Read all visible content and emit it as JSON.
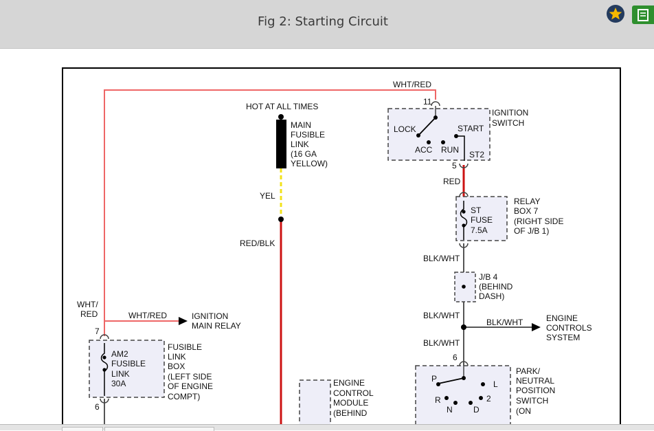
{
  "header": {
    "title": "Fig 2: Starting Circuit",
    "favorite_icon": "star-icon",
    "action_icon": "green-action-icon"
  },
  "colors": {
    "wire_red": "#cc1111",
    "wire_pink": "#ee6666",
    "wire_yellow": "#f2e21a",
    "wire_gray": "#555555",
    "component_fill": "#eeeef8"
  },
  "diagram": {
    "wire_wht_red_top": "WHT/RED",
    "hot_at_all_times": "HOT AT ALL TIMES",
    "main_fusible_link": [
      "MAIN",
      "FUSIBLE",
      "LINK",
      "(16 GA",
      "YELLOW)"
    ],
    "yel": "YEL",
    "red_blk": "RED/BLK",
    "ignition_switch": {
      "pin_top": "11",
      "pin_bottom": "5",
      "label": [
        "IGNITION",
        "SWITCH"
      ],
      "lock": "LOCK",
      "start": "START",
      "acc": "ACC",
      "run": "RUN",
      "st2": "ST2"
    },
    "red": "RED",
    "relay_box": {
      "fuse": [
        "ST",
        "FUSE",
        "7.5A"
      ],
      "label": [
        "RELAY",
        "BOX 7",
        "(RIGHT SIDE",
        "OF J/B 1)"
      ]
    },
    "blk_wht_1": "BLK/WHT",
    "jb4": [
      "J/B 4",
      "(BEHIND",
      "DASH)"
    ],
    "blk_wht_2": "BLK/WHT",
    "blk_wht_branch": "BLK/WHT",
    "engine_controls": [
      "ENGINE",
      "CONTROLS",
      "SYSTEM"
    ],
    "blk_wht_3": "BLK/WHT",
    "pnp_pin": "6",
    "pnp_switch": {
      "label": [
        "PARK/",
        "NEUTRAL",
        "POSITION",
        "SWITCH",
        "(ON"
      ],
      "p": "P",
      "l": "L",
      "r": "R",
      "n": "N",
      "d": "D",
      "two": "2"
    },
    "wht_red_left": [
      "WHT/",
      "RED"
    ],
    "wht_red_branch": "WHT/RED",
    "ignition_main_relay": [
      "IGNITION",
      "MAIN RELAY"
    ],
    "am2_pin_top": "7",
    "am2_pin_bottom": "6",
    "am2": [
      "AM2",
      "FUSIBLE",
      "LINK",
      "30A"
    ],
    "fusible_link_box": [
      "FUSIBLE",
      "LINK",
      "BOX",
      "(LEFT SIDE",
      "OF ENGINE",
      "COMPT)"
    ],
    "ecm": [
      "ENGINE",
      "CONTROL",
      "MODULE",
      "(BEHIND"
    ]
  }
}
